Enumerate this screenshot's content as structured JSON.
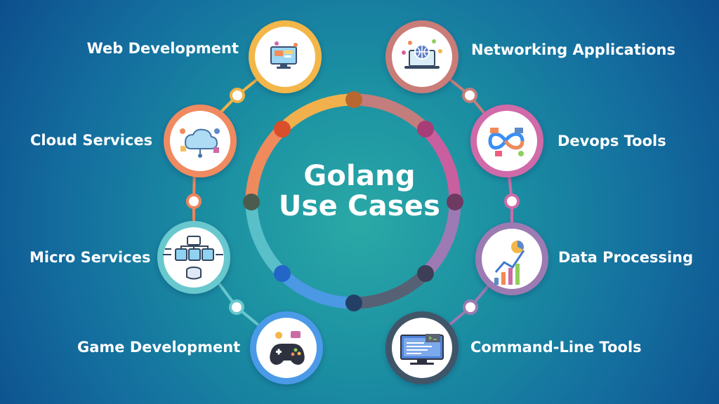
{
  "title": {
    "line1": "Golang",
    "line2": "Use Cases"
  },
  "colors": {
    "background_inner": "#2aa9a6",
    "background_outer": "#0d4f8d",
    "text": "#ffffff"
  },
  "nodes": [
    {
      "id": "web-development",
      "label": "Web Development",
      "ring_color": "#f2b64a",
      "icon": "web-development-icon"
    },
    {
      "id": "networking-applications",
      "label": "Networking Applications",
      "ring_color": "#c97c78",
      "icon": "networking-applications-icon"
    },
    {
      "id": "cloud-services",
      "label": "Cloud Services",
      "ring_color": "#f08a60",
      "icon": "cloud-services-icon"
    },
    {
      "id": "devops-tools",
      "label": "Devops Tools",
      "ring_color": "#d06aa9",
      "icon": "devops-tools-icon"
    },
    {
      "id": "micro-services",
      "label": "Micro Services",
      "ring_color": "#67c8ce",
      "icon": "micro-services-icon"
    },
    {
      "id": "data-processing",
      "label": "Data Processing",
      "ring_color": "#9c7ab2",
      "icon": "data-processing-icon"
    },
    {
      "id": "game-development",
      "label": "Game Development",
      "ring_color": "#4b9ae8",
      "icon": "game-development-icon"
    },
    {
      "id": "command-line-tools",
      "label": "Command-Line Tools",
      "ring_color": "#3f5468",
      "icon": "command-line-tools-icon"
    }
  ]
}
